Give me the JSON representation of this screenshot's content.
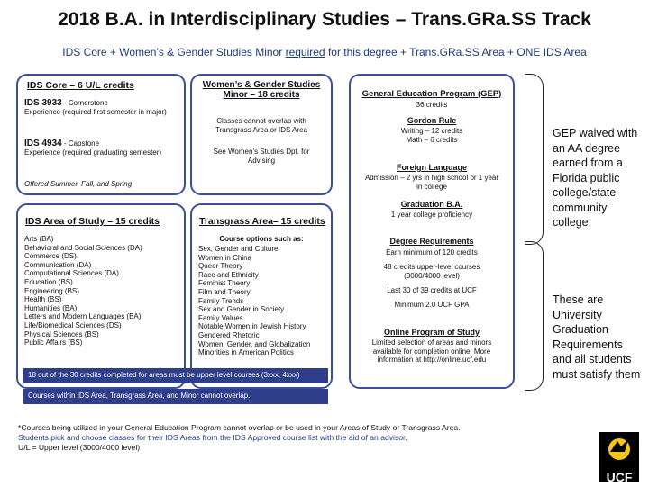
{
  "title": "2018 B.A. in Interdisciplinary Studies – Trans.GRa.SS Track",
  "subtitle": {
    "before": "IDS Core + Women’s & Gender Studies Minor ",
    "underlined": "required",
    "after": " for this degree + Trans.GRa.SS Area + ONE IDS Area"
  },
  "ids_core": {
    "header": "IDS Core – 6 U/L credits",
    "course1_code": "IDS 3933",
    "course1_name": " - Cornerstone",
    "course1_desc": "Experience (required first semester in major)",
    "course2_code": "IDS 4934",
    "course2_name": " - Capstone",
    "course2_desc": "Experience (required graduating semester)",
    "note": "Offered Summer, Fall, and Spring"
  },
  "wgs_minor": {
    "header": "Women’s & Gender Studies Minor – 18 credits",
    "line1": "Classes cannot overlap with Transgrass Area or IDS Area",
    "line2": "See Women’s Studies Dpt. for Advising"
  },
  "gep": {
    "header": "General Education Program (GEP)",
    "credits": "36 credits",
    "gordon_header": "Gordon Rule",
    "gordon_writing": "Writing – 12 credits",
    "gordon_math": "Math – 6 credits",
    "lang_header": "Foreign Language",
    "lang_desc": "Admission – 2 yrs in high school or 1 year in college",
    "grad_header": "Graduation B.A.",
    "grad_desc": "1 year college proficiency",
    "degree_header": "Degree Requirements",
    "degree_1": "Earn minimum of 120 credits",
    "degree_2": "48 credits upper-level courses (3000/4000 level)",
    "degree_3": "Last 30 of 39 credits at UCF",
    "degree_4": "Minimum 2.0 UCF GPA",
    "online_header": "Online Program of Study",
    "online_desc": "Limited selection of areas and minors available for completion online. More information at http://online.ucf.edu"
  },
  "ids_area": {
    "header": "IDS Area of Study – 15 credits",
    "items": [
      "Arts (BA)",
      "Behavioral and Social Sciences (DA)",
      "Commerce (DS)",
      "Communication (DA)",
      "Computational Sciences (DA)",
      "Education (BS)",
      "Engineering (BS)",
      "Health (BS)",
      "Humanities (BA)",
      "Letters and Modern Languages (BA)",
      "Life/Biomedical Sciences (DS)",
      "Physical Sciences (BS)",
      "Public Affairs (BS)"
    ]
  },
  "transgrass": {
    "header": "Transgrass Area– 15 credits",
    "options_header": "Course options such as:",
    "items": [
      "Sex, Gender and Culture",
      "Women in China",
      "Queer Theory",
      "Race and Ethnicity",
      "Feminist Theory",
      "Film and Theory",
      "Family Trends",
      "Sex and Gender in Society",
      "Family Values",
      "Notable Women in Jewish History",
      "Gendered Rhetoric",
      "Women, Gender, and Globalization",
      "Minorities in American Politics"
    ]
  },
  "banner_upper": "18 out of the 30 credits completed for areas must be upper level courses (3xxx, 4xxx)",
  "banner_overlap": "Courses within IDS Area, Transgrass Area, and Minor cannot overlap.",
  "side_note_1": "GEP waived with an AA degree earned from a Florida public college/state community college.",
  "side_note_2": "These are University Graduation Requirements and all students must satisfy them",
  "footnotes": {
    "line1": "*Courses being utilized in your General Education Program cannot overlap or be used in your Areas of Study or Transgrass Area.",
    "line2": "Students pick and choose classes for their IDS Areas from the IDS Approved course list with the aid of an advisor.",
    "line3": "U/L = Upper level (3000/4000 level)"
  },
  "logo_text": "UCF",
  "colors": {
    "accent": "#3b4fa0",
    "banner": "#2f3e8a",
    "logo_gold": "#f5c518"
  }
}
